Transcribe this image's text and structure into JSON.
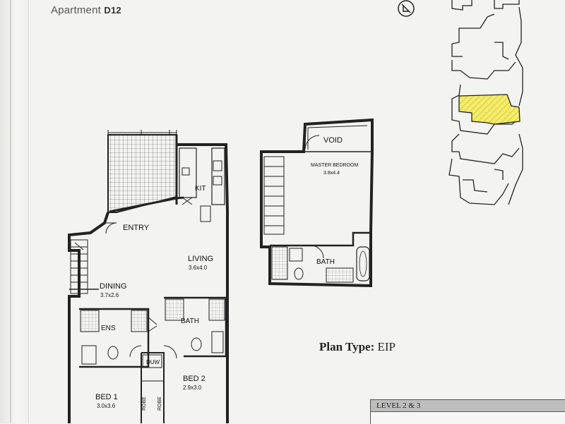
{
  "header": {
    "prefix": "Apartment ",
    "unit": "D12"
  },
  "rooms": {
    "entry": "ENTRY",
    "living": "LIVING",
    "living_dim": "3.6x4.0",
    "dining": "DINING",
    "dining_dim": "3.7x2.6",
    "ens": "ENS",
    "bath_lower": "BATH",
    "bed1": "BED 1",
    "bed1_dim": "3.0x3.6",
    "bed2": "BED 2",
    "bed2_dim": "2.9x3.0",
    "duw": "DUW",
    "robe": "ROBE",
    "void": "VOID",
    "master": "MASTER BEDROOM",
    "master_dim": "3.8x4.4",
    "bath_upper": "BATH",
    "kit": "KIT"
  },
  "plan_type": {
    "label": "Plan Type:",
    "value": "EIP"
  },
  "level": "LEVEL 2 & 3",
  "colors": {
    "highlight": "#f4ec6a",
    "ink": "#1a1a1a"
  }
}
